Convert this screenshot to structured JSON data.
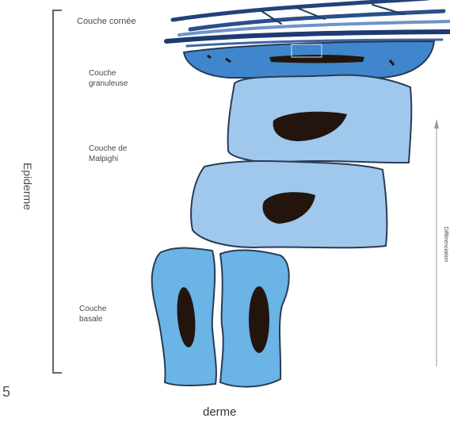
{
  "labels": {
    "couche_cornee": "Couche cornée",
    "couche_granuleuse": [
      "Couche",
      "granuleuse"
    ],
    "couche_malpighi": [
      "Couche de",
      "Malpighi"
    ],
    "couche_basale": [
      "Couche",
      "basale"
    ],
    "epiderme": "Epiderme",
    "differenciation": "Différenciation",
    "page_number": "5",
    "derme": "derme"
  },
  "colors": {
    "outline": "#2a3a55",
    "cornee_dark": "#22427a",
    "cornee_light": "#6f93c6",
    "granuleuse": "#3f86cc",
    "malpighi": "#9fc8ec",
    "basale": "#6ab4e6",
    "nucleus": "#23150e"
  }
}
